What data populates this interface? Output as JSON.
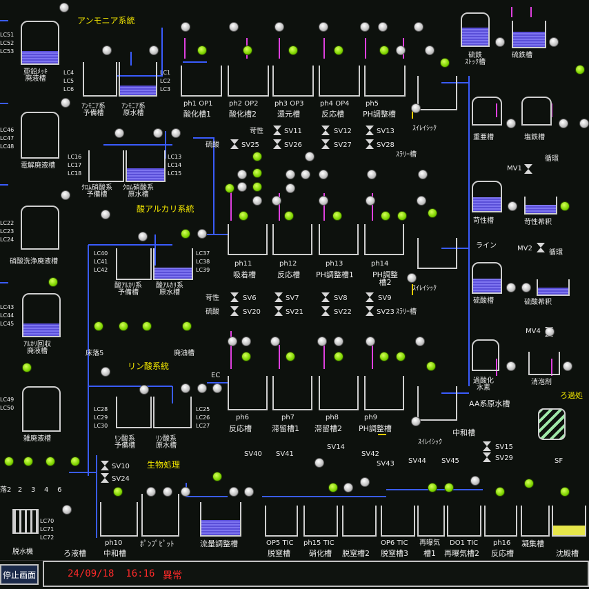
{
  "sections": {
    "ammonia": "アンモニア系統",
    "acid_alkali": "酸アルカリ系統",
    "phosphoric": "リン酸系統",
    "bio": "生物処理"
  },
  "left_tanks": [
    {
      "name": "亜鉛ﾒｯｷ\n廃液槽",
      "lc": "LC51\nLC52\nLC53"
    },
    {
      "name": "電解廃液槽",
      "lc": "LC46\nLC47\nLC48"
    },
    {
      "name": "硝酸洗浄廃液槽",
      "lc": "LC22\nLC23\nLC24"
    },
    {
      "name": "ｱﾙｶﾘ回収\n廃液槽",
      "lc": "LC43\nLC44\nLC45"
    },
    {
      "name": "雑廃液槽",
      "lc": "LC49\nLC50"
    },
    {
      "name": "脱水機",
      "lc": "LC70\nLC71\nLC72"
    }
  ],
  "mid_tanks": [
    {
      "a": "ｱﾝﾓﾆｱ系\n予備槽",
      "b": "ｱﾝﾓﾆｱ系\n原水槽",
      "lc_l": "LC4\nLC5\nLC6",
      "lc_r": "LC1\nLC2\nLC3"
    },
    {
      "a": "ｸﾛﾑ硝酸系\n予備槽",
      "b": "ｸﾛﾑ硝酸系\n原水槽",
      "lc_l": "LC16\nLC17\nLC18",
      "lc_r": "LC13\nLC14\nLC15"
    },
    {
      "a": "酸ｱﾙｶﾘ系\n予備槽",
      "b": "酸ｱﾙｶﾘ系\n原水槽",
      "lc_l": "LC40\nLC41\nLC42",
      "lc_r": "LC37\nLC38\nLC39"
    },
    {
      "a": "ﾘﾝ酸系\n予備槽",
      "b": "ﾘﾝ酸系\n原水槽",
      "lc_l": "LC28\nLC29\nLC30",
      "lc_r": "LC25\nLC26\nLC27"
    }
  ],
  "row1": [
    {
      "ph": "ph1  OP1",
      "name": "酸化槽1"
    },
    {
      "ph": "ph2  OP2",
      "name": "酸化槽2"
    },
    {
      "ph": "ph3  OP3",
      "name": "還元槽"
    },
    {
      "ph": "ph4  OP4",
      "name": "反応槽"
    },
    {
      "ph": "ph5",
      "name": "PH調整槽"
    }
  ],
  "row2": [
    {
      "ph": "ph11",
      "name": "吸着槽"
    },
    {
      "ph": "ph12",
      "name": "反応槽"
    },
    {
      "ph": "ph13",
      "name": "PH調整槽1"
    },
    {
      "ph": "ph14",
      "name": "PH調整\n槽2"
    }
  ],
  "row3": [
    {
      "ph": "ph6",
      "name": "反応槽"
    },
    {
      "ph": "ph7",
      "name": "滞留槽1"
    },
    {
      "ph": "ph8",
      "name": "滞留槽2"
    },
    {
      "ph": "ph9",
      "name": "PH調整槽"
    }
  ],
  "row4": [
    {
      "ph": "ph10",
      "name": "中和槽"
    },
    {
      "ph": "",
      "name": "ﾎﾟﾝﾌﾟﾋﾟｯﾄ"
    },
    {
      "ph": "",
      "name": "流量調整槽"
    },
    {
      "ph": "OP5  TIC",
      "name": "脱窒槽"
    },
    {
      "ph": "ph15  TIC",
      "name": "硝化槽"
    },
    {
      "ph": "",
      "name": "脱窒槽2"
    },
    {
      "ph": "OP6  TIC",
      "name": "脱窒槽3"
    },
    {
      "ph": "再曝気",
      "name": "槽1"
    },
    {
      "ph": "DO1  TIC",
      "name": "再曝気槽2"
    },
    {
      "ph": "ph16",
      "name": "反応槽"
    },
    {
      "ph": "",
      "name": "凝集槽"
    },
    {
      "ph": "",
      "name": "沈殿槽"
    }
  ],
  "right_tanks": [
    {
      "name": "硫鉄\nｽﾄｯｸ槽"
    },
    {
      "name": "硫鉄槽"
    },
    {
      "name": "重亜槽"
    },
    {
      "name": "塩鉄槽"
    },
    {
      "name": "苛性槽"
    },
    {
      "name": "苛性希釈"
    },
    {
      "name": "硫酸槽"
    },
    {
      "name": "硫酸希釈"
    },
    {
      "name": "過酸化\n水素"
    },
    {
      "name": "消泡剤"
    }
  ],
  "misc": {
    "suirei1": "ｽｲﾚｲｼｯｸ",
    "slurry1": "ｽﾗﾘｰ槽",
    "suirei2": "ｽｲﾚｲｼｯｸ",
    "slurry2": "ｽﾗﾘｰ槽",
    "suirei3": "ｽｲﾚｲｼｯｸ",
    "chuwa": "中和槽",
    "aa": "AA系原水槽",
    "filter": "ろ過処",
    "sf": "SF",
    "toko": "床落5",
    "haiyu": "廃油槽",
    "roeki": "ろ液槽",
    "junkan1": "循環",
    "junkan2": "循環",
    "line": "ライン",
    "kasei_chem": "苛性",
    "ryusan_chem": "硫酸",
    "kasei_chem2": "苛性",
    "ryusan_chem2": "硫酸",
    "mv1": "MV1",
    "mv2": "MV2",
    "mv4": "MV4",
    "ec": "EC",
    "ochi234": "落2   2    3    4    6"
  },
  "sv_labels": [
    "SV11",
    "SV12",
    "SV13",
    "SV25",
    "SV26",
    "SV27",
    "SV28",
    "SV6",
    "SV7",
    "SV8",
    "SV9",
    "SV20",
    "SV21",
    "SV22",
    "SV23",
    "SV10",
    "SV24",
    "SV40",
    "SV41",
    "SV14",
    "SV42",
    "SV43",
    "SV44",
    "SV45",
    "SV15",
    "SV29"
  ],
  "footer": {
    "stop_button": "停止画面",
    "datetime": "24/09/18  16:16",
    "alarm": "異常"
  },
  "colors": {
    "running": "#7fd400",
    "stopped": "#c8c8c8",
    "liquid": "#5a4fd8",
    "pipe_blue": "#3a5cff",
    "pipe_magenta": "#e040e0",
    "alarm": "#ff2a2a",
    "section": "#f2e600"
  }
}
